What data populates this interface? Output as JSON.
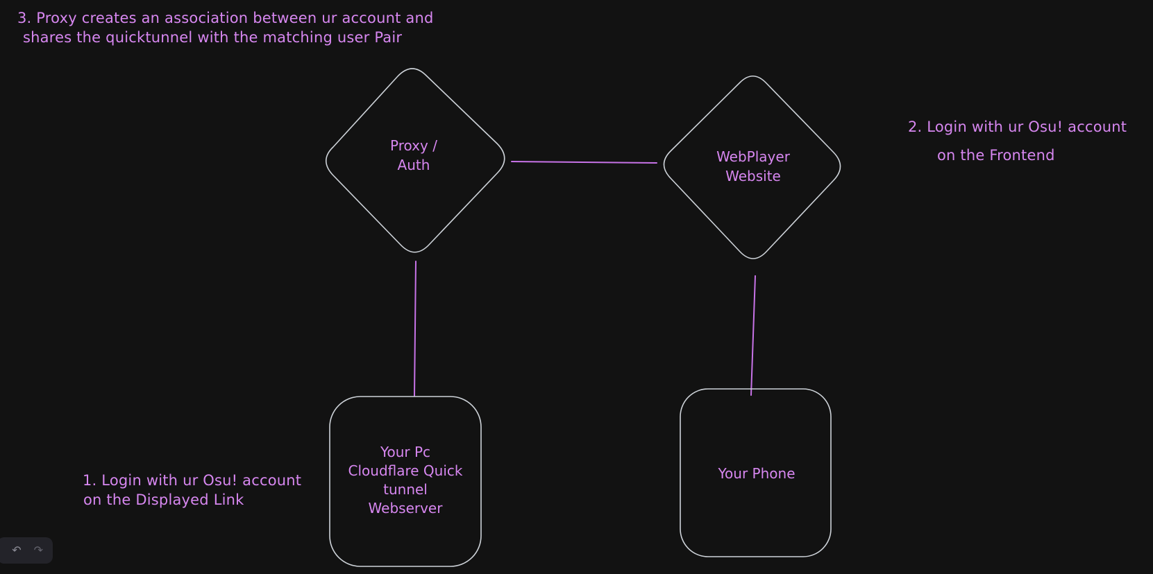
{
  "canvas": {
    "background": "#121212"
  },
  "colors": {
    "shape_stroke": "#ced3d9",
    "connector_stroke": "#c873e8",
    "text": "#d787f0",
    "island_background": "#232329",
    "undo_icon_color": "#8b8b95",
    "redo_icon_color": "#63636d"
  },
  "annotations": {
    "step3": {
      "lines": [
        "3. Proxy creates an association between ur account and",
        "shares the quicktunnel with the matching user Pair"
      ]
    },
    "step2": {
      "lines": [
        "2. Login with ur Osu! account",
        "on the Frontend"
      ]
    },
    "step1": {
      "lines": [
        "1. Login with ur Osu! account",
        "on the Displayed Link"
      ]
    }
  },
  "nodes": {
    "proxy_auth": {
      "shape": "diamond",
      "lines": [
        "Proxy /",
        "Auth"
      ]
    },
    "webplayer": {
      "shape": "diamond",
      "lines": [
        "WebPlayer",
        "Website"
      ]
    },
    "your_pc": {
      "shape": "rounded-rectangle",
      "lines": [
        "Your Pc",
        "Cloudflare Quick",
        "tunnel",
        "Webserver"
      ]
    },
    "your_phone": {
      "shape": "rounded-rectangle",
      "lines": [
        "Your Phone"
      ]
    }
  },
  "connectors": [
    {
      "from": "proxy_auth",
      "to": "webplayer"
    },
    {
      "from": "proxy_auth",
      "to": "your_pc"
    },
    {
      "from": "webplayer",
      "to": "your_phone"
    }
  ],
  "toolbar": {
    "undo_icon": "↶",
    "redo_icon": "↷"
  }
}
